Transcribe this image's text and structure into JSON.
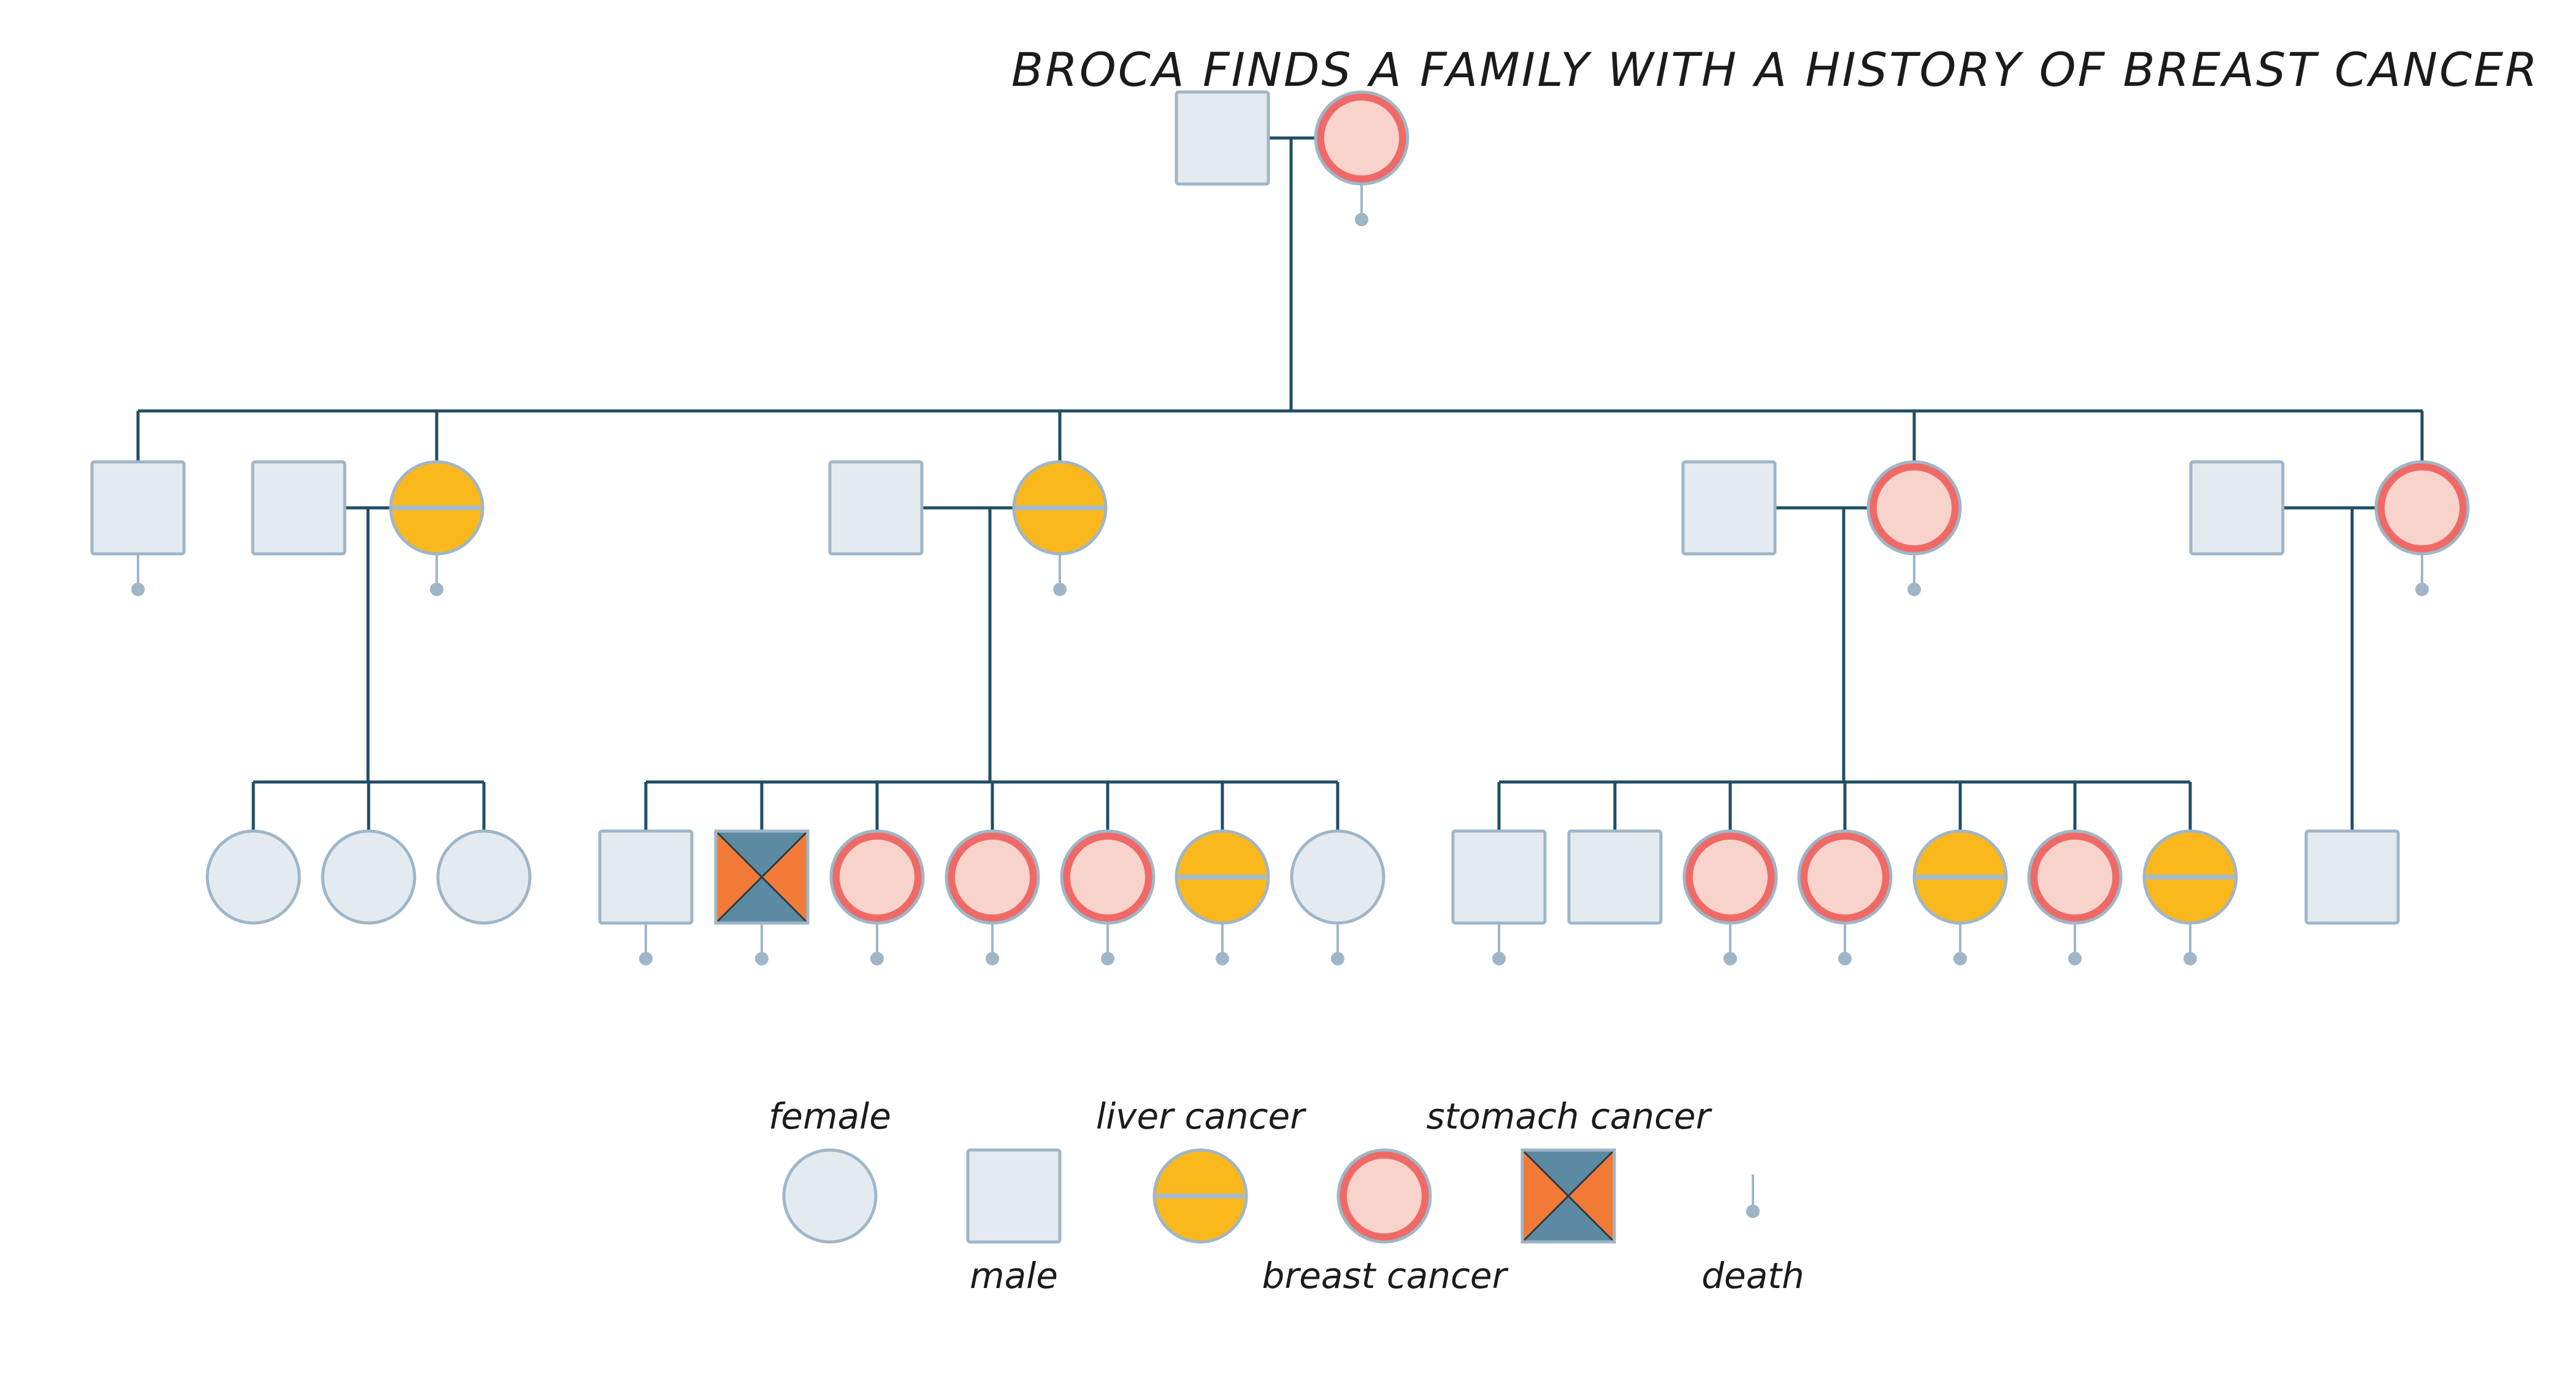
{
  "title": "BROCA FINDS A FAMILY WITH A HISTORY OF BREAST CANCER",
  "colors": {
    "line": "#1f4e66",
    "outline": "#9fb6c8",
    "fill_plain": "#e4ebf0",
    "liver": "#fbb81c",
    "liver_band": "#a7bccb",
    "breast_ring": "#ef6a66",
    "breast_fill": "#f8d3cb",
    "stomach_a": "#f07a36",
    "stomach_b": "#5c8aa2",
    "death": "#9fb6c8"
  },
  "legend": {
    "female": "female",
    "male": "male",
    "liver_cancer": "liver cancer",
    "breast_cancer": "breast cancer",
    "stomach_cancer": "stomach cancer",
    "death": "death"
  },
  "pedigree": {
    "generation_1": [
      {
        "sex": "male",
        "condition": "none",
        "deceased": false
      },
      {
        "sex": "female",
        "condition": "breast cancer",
        "deceased": true
      }
    ],
    "generation_2": [
      {
        "sex": "male",
        "condition": "none",
        "deceased": true
      },
      {
        "sex": "female",
        "condition": "liver cancer",
        "deceased": true,
        "spouse": "male"
      },
      {
        "sex": "female",
        "condition": "liver cancer",
        "deceased": true,
        "spouse": "male"
      },
      {
        "sex": "female",
        "condition": "breast cancer",
        "deceased": true,
        "spouse": "male"
      },
      {
        "sex": "female",
        "condition": "breast cancer",
        "deceased": true,
        "spouse": "male"
      }
    ],
    "generation_3": [
      {
        "family": 1,
        "children": [
          {
            "sex": "female",
            "condition": "none",
            "deceased": false
          },
          {
            "sex": "female",
            "condition": "none",
            "deceased": false
          },
          {
            "sex": "female",
            "condition": "none",
            "deceased": false
          }
        ]
      },
      {
        "family": 2,
        "children": [
          {
            "sex": "male",
            "condition": "none",
            "deceased": true
          },
          {
            "sex": "male",
            "condition": "stomach cancer",
            "deceased": true
          },
          {
            "sex": "female",
            "condition": "breast cancer",
            "deceased": true
          },
          {
            "sex": "female",
            "condition": "breast cancer",
            "deceased": true
          },
          {
            "sex": "female",
            "condition": "breast cancer",
            "deceased": true
          },
          {
            "sex": "female",
            "condition": "liver cancer",
            "deceased": true
          },
          {
            "sex": "female",
            "condition": "none",
            "deceased": true
          }
        ]
      },
      {
        "family": 3,
        "children": [
          {
            "sex": "male",
            "condition": "none",
            "deceased": true
          },
          {
            "sex": "male",
            "condition": "none",
            "deceased": false
          },
          {
            "sex": "female",
            "condition": "breast cancer",
            "deceased": true
          },
          {
            "sex": "female",
            "condition": "breast cancer",
            "deceased": true
          },
          {
            "sex": "female",
            "condition": "liver cancer",
            "deceased": true
          },
          {
            "sex": "female",
            "condition": "breast cancer",
            "deceased": true
          },
          {
            "sex": "female",
            "condition": "liver cancer",
            "deceased": true
          }
        ]
      },
      {
        "family": 4,
        "children": [
          {
            "sex": "male",
            "condition": "none",
            "deceased": false
          }
        ]
      }
    ]
  }
}
